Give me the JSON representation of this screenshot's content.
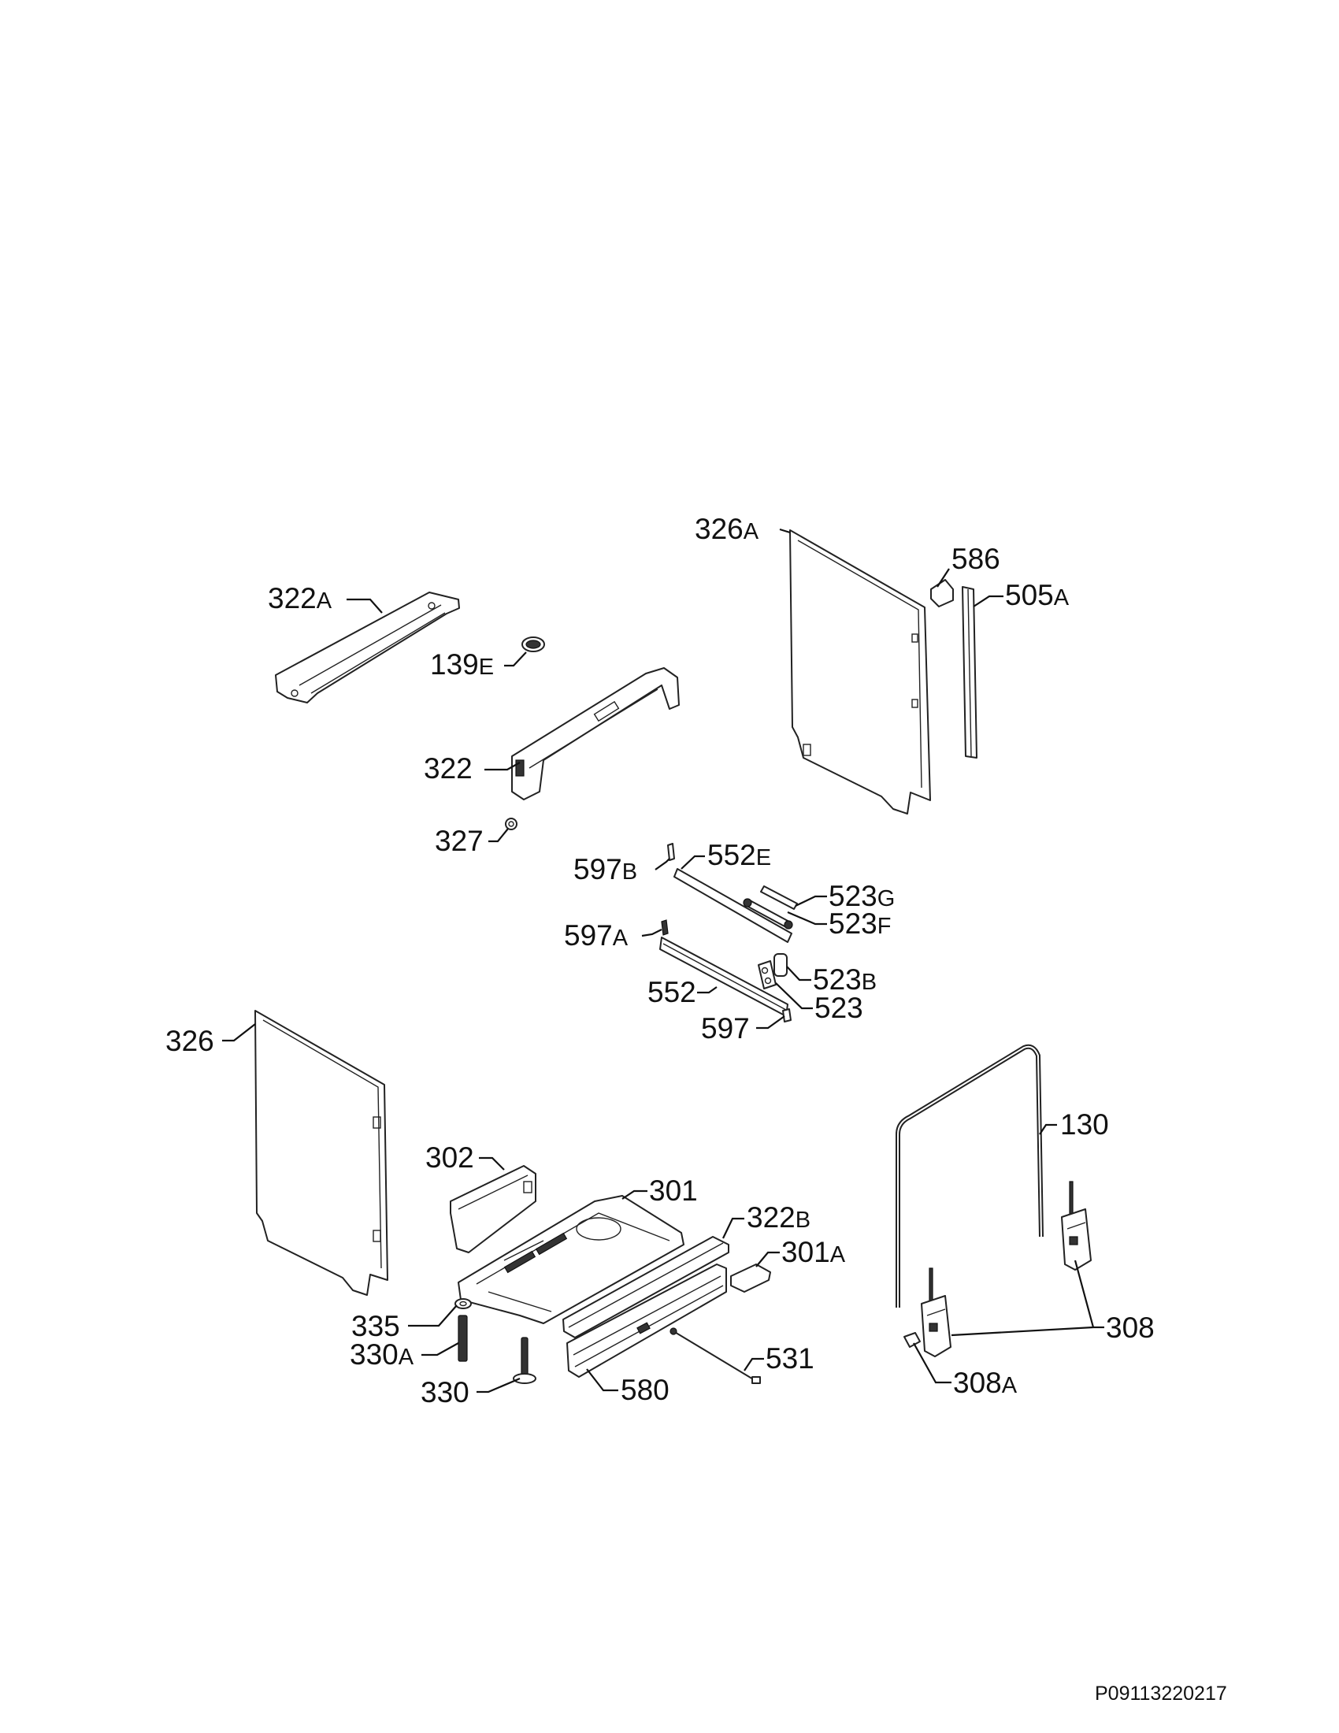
{
  "callouts": [
    {
      "id": "c326A",
      "main": "326",
      "suffix": "A"
    },
    {
      "id": "c586",
      "main": "586",
      "suffix": ""
    },
    {
      "id": "c505A",
      "main": "505",
      "suffix": "A"
    },
    {
      "id": "c322A",
      "main": "322",
      "suffix": "A"
    },
    {
      "id": "c139E",
      "main": "139",
      "suffix": "E"
    },
    {
      "id": "c322",
      "main": "322",
      "suffix": ""
    },
    {
      "id": "c327",
      "main": "327",
      "suffix": ""
    },
    {
      "id": "c597B",
      "main": "597",
      "suffix": "B"
    },
    {
      "id": "c552E",
      "main": "552",
      "suffix": "E"
    },
    {
      "id": "c523G",
      "main": "523",
      "suffix": "G"
    },
    {
      "id": "c523F",
      "main": "523",
      "suffix": "F"
    },
    {
      "id": "c597A",
      "main": "597",
      "suffix": "A"
    },
    {
      "id": "c523B",
      "main": "523",
      "suffix": "B"
    },
    {
      "id": "c552",
      "main": "552",
      "suffix": ""
    },
    {
      "id": "c523",
      "main": "523",
      "suffix": ""
    },
    {
      "id": "c597",
      "main": "597",
      "suffix": ""
    },
    {
      "id": "c326",
      "main": "326",
      "suffix": ""
    },
    {
      "id": "c130",
      "main": "130",
      "suffix": ""
    },
    {
      "id": "c302",
      "main": "302",
      "suffix": ""
    },
    {
      "id": "c301",
      "main": "301",
      "suffix": ""
    },
    {
      "id": "c322B",
      "main": "322",
      "suffix": "B"
    },
    {
      "id": "c301A",
      "main": "301",
      "suffix": "A"
    },
    {
      "id": "c308",
      "main": "308",
      "suffix": ""
    },
    {
      "id": "c335",
      "main": "335",
      "suffix": ""
    },
    {
      "id": "c330A",
      "main": "330",
      "suffix": "A"
    },
    {
      "id": "c330",
      "main": "330",
      "suffix": ""
    },
    {
      "id": "c531",
      "main": "531",
      "suffix": ""
    },
    {
      "id": "c580",
      "main": "580",
      "suffix": ""
    },
    {
      "id": "c308A",
      "main": "308",
      "suffix": "A"
    }
  ],
  "drawing_code": "P09113220217"
}
